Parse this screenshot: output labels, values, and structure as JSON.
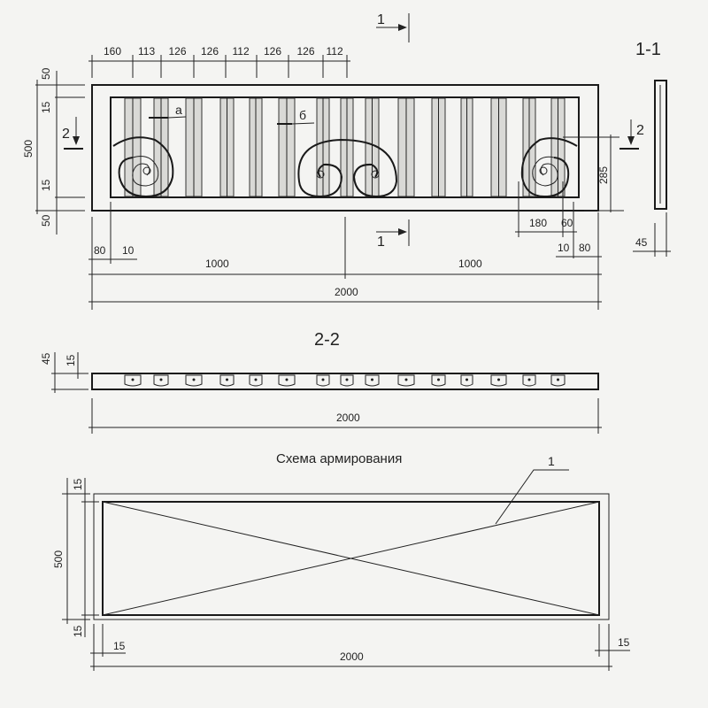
{
  "view_1": {
    "section_mark_top": "1",
    "section_mark_bottom": "1",
    "section_left": "2",
    "section_right": "2",
    "label_a": "а",
    "label_b": "б",
    "top_dims": [
      "160",
      "113",
      "126",
      "126",
      "112",
      "126",
      "126",
      "112"
    ],
    "left_dims": {
      "top_50": "50",
      "top_15": "15",
      "height_500": "500",
      "bottom_15": "15",
      "bottom_50": "50"
    },
    "right_dims": {
      "h_285": "285",
      "d_180": "180",
      "d_60": "60",
      "d_10": "10",
      "d_80": "80"
    },
    "bottom_dims": {
      "d_80": "80",
      "d_10": "10",
      "half_left": "1000",
      "half_right": "1000",
      "total": "2000"
    }
  },
  "section_1_1": {
    "title": "1-1",
    "thickness": "45"
  },
  "section_2_2": {
    "title": "2-2",
    "d_45": "45",
    "d_15": "15",
    "total": "2000"
  },
  "reinforcement": {
    "title": "Схема армирования",
    "callout": "1",
    "d_top_15": "15",
    "d_height_500": "500",
    "d_bottom_15": "15",
    "d_left_15": "15",
    "d_right_15": "15",
    "d_total": "2000"
  },
  "colors": {
    "ink": "#222222",
    "paper": "#f4f4f2",
    "bar_fill": "#d9d9d6"
  }
}
